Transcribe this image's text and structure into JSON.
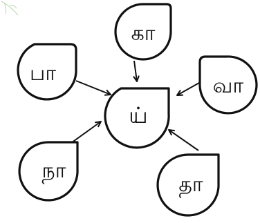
{
  "diagram": {
    "center": {
      "letter": "ய்"
    },
    "satellites": [
      {
        "id": "ka",
        "letter": "கா"
      },
      {
        "id": "pa",
        "letter": "பா"
      },
      {
        "id": "va",
        "letter": "வா"
      },
      {
        "id": "na",
        "letter": "நா"
      },
      {
        "id": "tha",
        "letter": "தா"
      }
    ]
  }
}
